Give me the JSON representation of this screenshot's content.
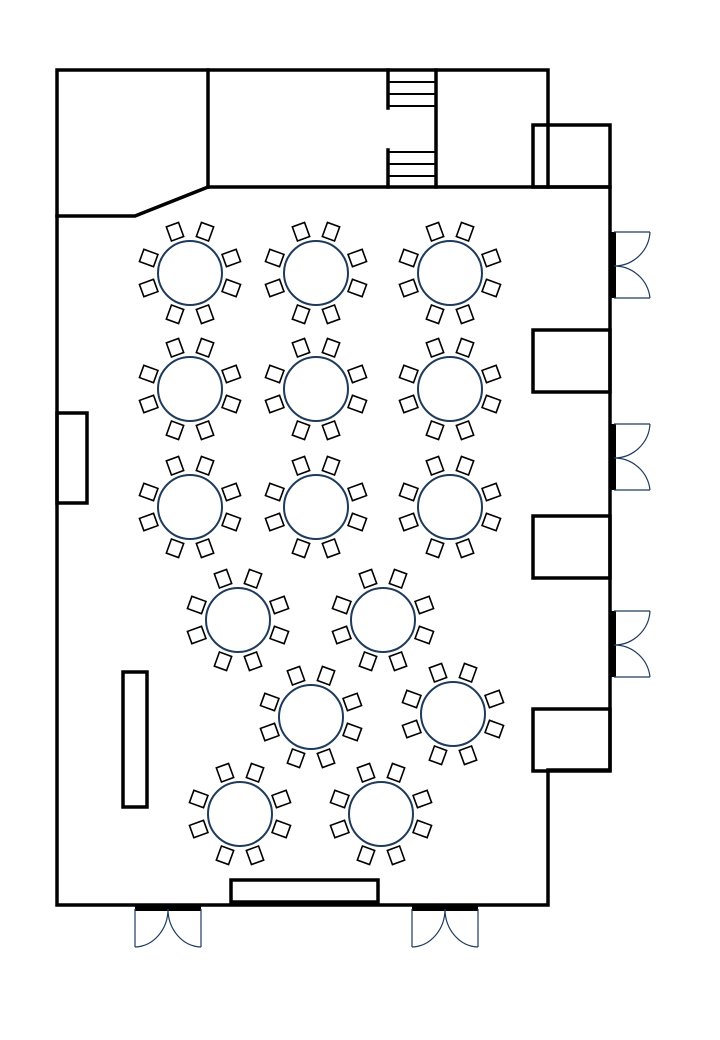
{
  "floor_plan": {
    "colors": {
      "wall": "#000000",
      "table_outline": "#1f3b5c",
      "door_swing": "#1f3b5c",
      "background": "#ffffff"
    },
    "round_tables": {
      "count": 15,
      "seats_per_table": 8,
      "rows": [
        3,
        3,
        3,
        2,
        2,
        2
      ]
    },
    "double_doors": {
      "right_wall": 3,
      "bottom_wall": 2
    },
    "stair_groups": 2,
    "alcoves_right_wall": 4
  }
}
